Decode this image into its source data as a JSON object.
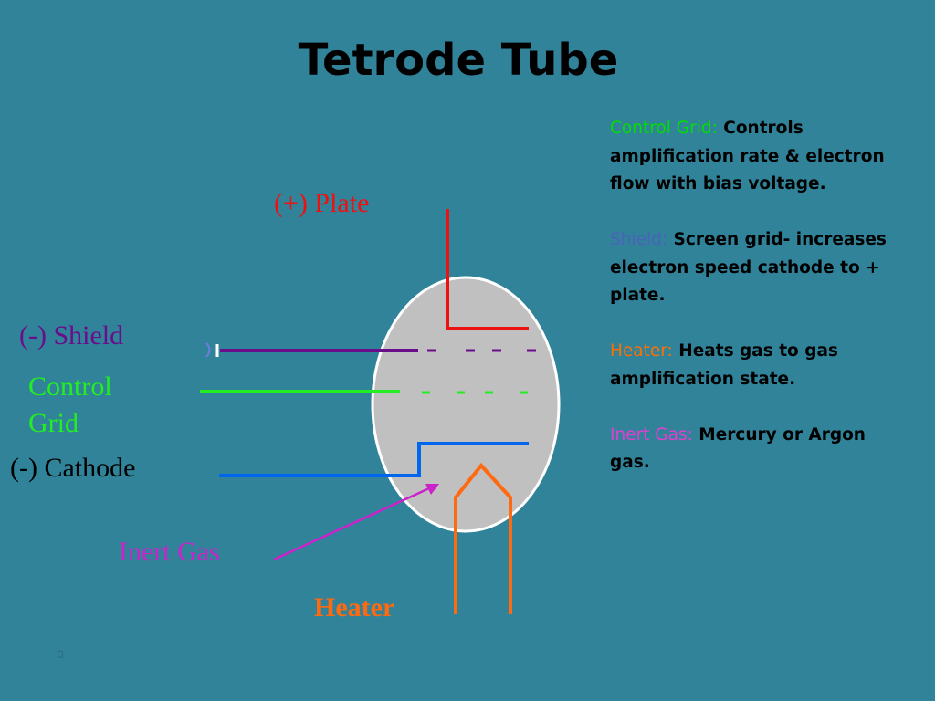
{
  "title": "Tetrode Tube",
  "labels": {
    "plate": "(+) Plate",
    "shield": "(-) Shield",
    "control_grid_line1": "Control",
    "control_grid_line2": "Grid",
    "cathode": "(-) Cathode",
    "inert_gas": "Inert Gas",
    "heater": "Heater"
  },
  "notes": [
    {
      "term": "Control Grid:",
      "text": " Controls amplification rate & electron flow with bias voltage.",
      "color": "#00e000"
    },
    {
      "term": "Shield:",
      "text": " Screen grid- increases electron speed cathode to + plate.",
      "color": "#4a62b8"
    },
    {
      "term": "Heater:",
      "text": " Heats gas to gas amplification state.",
      "color": "#ff7000"
    },
    {
      "term": "Inert Gas:",
      "text": " Mercury or Argon gas.",
      "color": "#e040d0"
    }
  ],
  "slide_number": "3",
  "colors": {
    "background": "#31839a",
    "tube": "#c0c0c0",
    "plate": "#ee1111",
    "shield": "#6a0d8a",
    "control_grid": "#22ee22",
    "cathode": "#0066ee",
    "inert_gas": "#cc22cc",
    "heater": "#ff6a10"
  }
}
